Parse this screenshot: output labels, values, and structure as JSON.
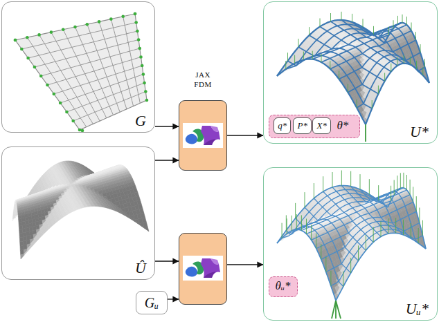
{
  "diagram": {
    "nodes": [
      {
        "text": [
          "G"
        ]
      },
      {
        "text": [
          "JAX FDM"
        ]
      },
      {
        "text": [
          "U*"
        ]
      },
      {
        "text": [
          "θ*"
        ],
        "in": 2
      },
      {
        "text": [
          "q*"
        ],
        "in": 3
      },
      {
        "text": [
          "P*"
        ],
        "in": 3
      },
      {
        "text": [
          "X*"
        ],
        "in": 3
      },
      {
        "text": [
          "Û"
        ]
      },
      {
        "text": []
      },
      {
        "text": [
          "Gᵤ"
        ]
      },
      {
        "text": [
          "Uᵤ*"
        ]
      },
      {
        "text": [
          "θᵤ*"
        ],
        "in": 10
      }
    ],
    "edges": [
      {
        "from": 0,
        "to": 1,
        "arrow": "to"
      },
      {
        "from": 7,
        "to": 1,
        "arrow": "to"
      },
      {
        "from": 1,
        "to": 2,
        "arrow": "to"
      },
      {
        "from": 7,
        "to": 8,
        "arrow": "to"
      },
      {
        "from": 9,
        "to": 8,
        "arrow": "to"
      },
      {
        "from": 8,
        "to": 10,
        "arrow": "to"
      }
    ]
  }
}
